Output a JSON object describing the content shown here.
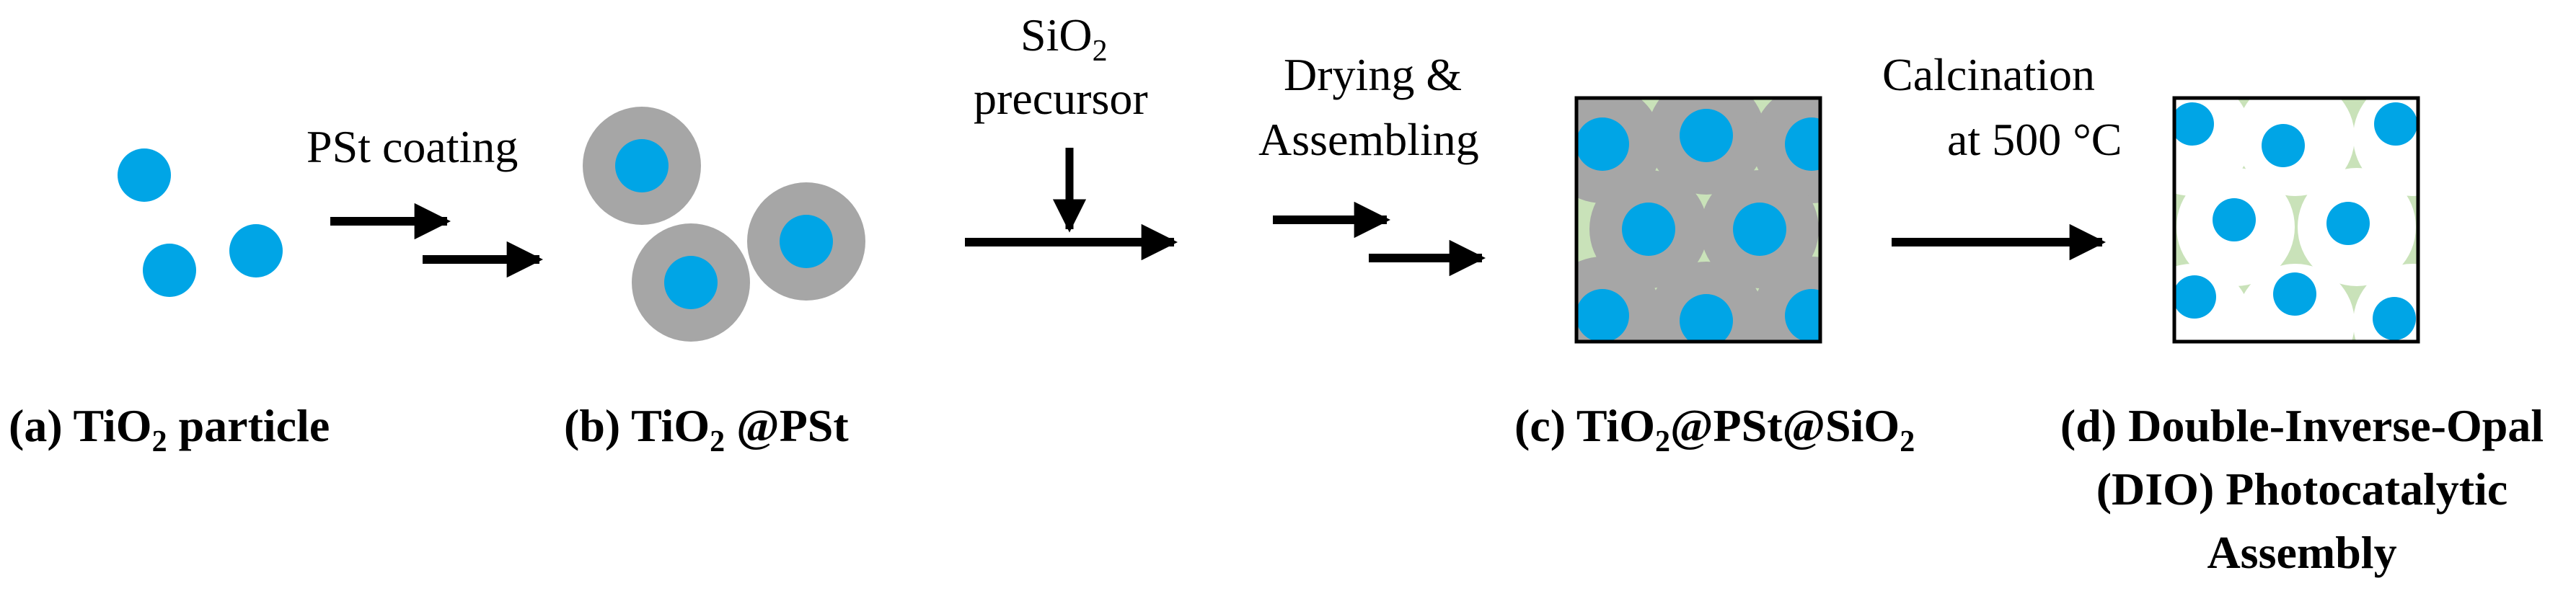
{
  "colors": {
    "tio2": "#00A5E6",
    "pst": "#A6A6A6",
    "sio2": "#C9E2B9",
    "arrow": "#000000",
    "box_border": "#000000",
    "background": "#FFFFFF"
  },
  "steps": {
    "pst_coating": "PSt coating",
    "sio2_line1_main": "SiO",
    "sio2_line1_sub": "2",
    "sio2_line2": "precursor",
    "drying_line1": "Drying  &",
    "drying_line2": "Assembling",
    "calcination_line1": "Calcination",
    "calcination_line2": "at 500 °C"
  },
  "captions": {
    "a_prefix": "(a) TiO",
    "a_sub": "2",
    "a_suffix": " particle",
    "b_prefix": "(b) TiO",
    "b_sub": "2",
    "b_suffix": " @PSt",
    "c_prefix": "(c) TiO",
    "c_sub1": "2",
    "c_mid": "@PSt@SiO",
    "c_sub2": "2",
    "d_line1": "(d) Double-Inverse-Opal",
    "d_line2": "(DIO) Photocatalytic",
    "d_line3": "Assembly"
  }
}
